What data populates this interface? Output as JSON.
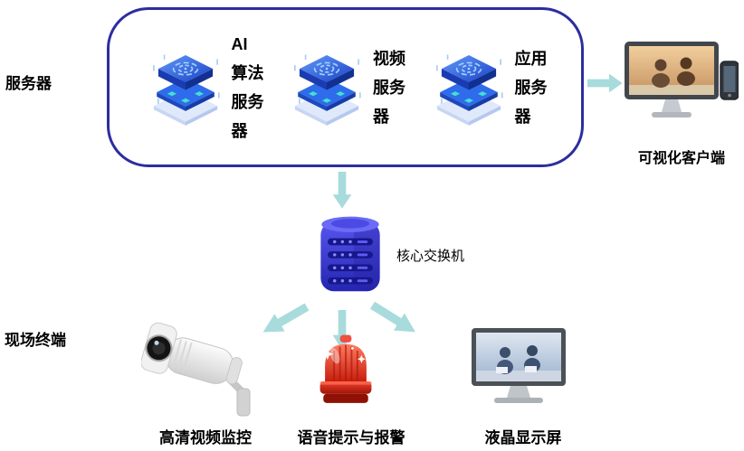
{
  "diagram_title": "",
  "colors": {
    "box_border": "#2d2da0",
    "arrow": "#a8dbdc",
    "server_blue": "#2f6cec",
    "switch_purple": "#3c3cd8",
    "alarm_red": "#d62312",
    "text": "#000000"
  },
  "left_labels": {
    "servers": "服务器",
    "field_terminals": "现场终端"
  },
  "server_box": {
    "servers": [
      {
        "label": "AI\n算法\n服务\n器"
      },
      {
        "label": "视频\n服务\n器"
      },
      {
        "label": "应用\n服务\n器"
      }
    ]
  },
  "client": {
    "label": "可视化客户端"
  },
  "core_switch": {
    "label": "核心交换机"
  },
  "terminals": [
    {
      "label": "高清视频监控"
    },
    {
      "label": "语音提示与报警"
    },
    {
      "label": "液晶显示屏"
    }
  ],
  "icons": {
    "server": "isometric-blue-chip-stack",
    "client": "monitor-with-phone",
    "core_switch": "purple-switch-tower",
    "camera": "bullet-surveillance-camera",
    "alarm": "red-siren-light",
    "lcd": "desktop-monitor"
  }
}
